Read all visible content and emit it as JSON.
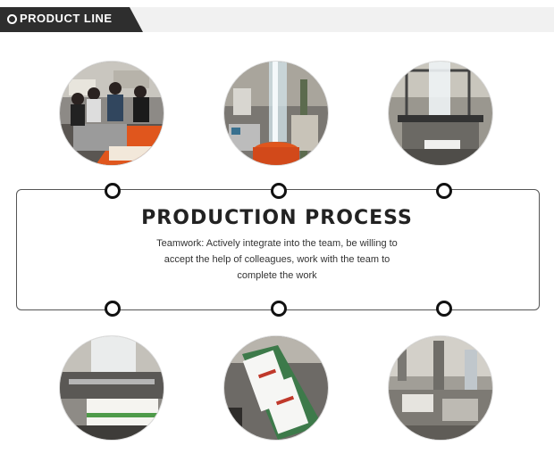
{
  "header": {
    "title": "PRODUCT LINE",
    "icon": "circle-bullet-icon"
  },
  "process": {
    "title": "PRODUCTION PROCESS",
    "description": "Teamwork: Actively integrate into the team, be willing to accept the help of colleagues, work with the team to complete the work"
  },
  "photos": [
    {
      "name": "workers-at-machine-photo"
    },
    {
      "name": "film-blowing-tower-photo"
    },
    {
      "name": "film-extrusion-line-photo"
    },
    {
      "name": "bag-making-machine-photo"
    },
    {
      "name": "printed-bags-conveyor-photo"
    },
    {
      "name": "factory-floor-photo"
    }
  ],
  "colors": {
    "dark": "#2e2e2e",
    "header_bg": "#f1f1f1",
    "orange": "#e0561d"
  }
}
